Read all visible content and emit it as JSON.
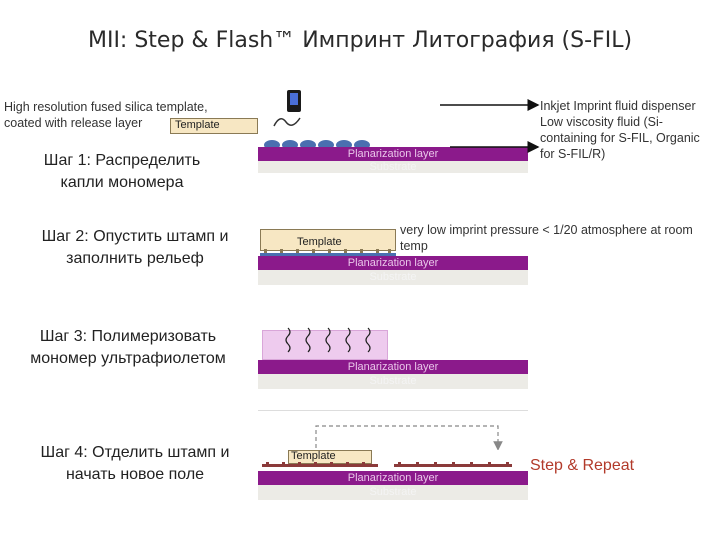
{
  "title": "MII: Step & Flash™ Импринт Литография (S-FIL)",
  "template_note": "High resolution fused silica template, coated with release layer",
  "labels": {
    "template": "Template",
    "planarization": "Planarization layer",
    "substrate": "Substrate"
  },
  "dispenser_note": "Inkjet Imprint fluid dispenser Low viscosity fluid (Si-containing for S-FIL, Organic for S-FIL/R)",
  "pressure_note": "very low imprint pressure < 1/20 atmosphere at room temp",
  "steps": [
    {
      "label": "Шаг 1: Распределить капли мономера"
    },
    {
      "label": "Шаг 2: Опустить штамп и заполнить рельеф"
    },
    {
      "label": "Шаг 3: Полимеризовать мономер ультрафиолетом"
    },
    {
      "label": "Шаг 4: Отделить штамп и начать новое поле"
    }
  ],
  "step_repeat": "Step & Repeat",
  "colors": {
    "planarization": "#8b1a8b",
    "substrate": "#ecebe6",
    "droplets": "#4a6fb0",
    "template": "#f7e7c3",
    "uv_region": "#e8b8e8",
    "step_repeat": "#b23a2a"
  }
}
